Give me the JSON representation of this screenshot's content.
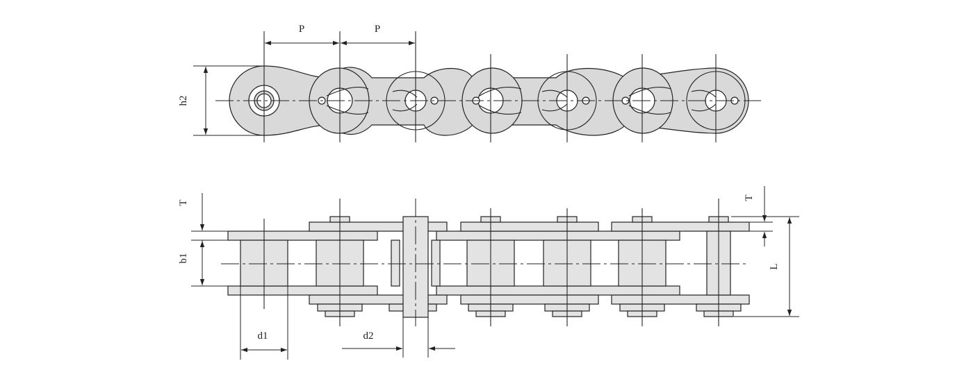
{
  "labels": {
    "pitch_1": "P",
    "pitch_2": "P",
    "plate_height": "h2",
    "plate_thickness_left": "T",
    "plate_thickness_right": "T",
    "inner_width": "b1",
    "pin_length": "L",
    "roller_diameter": "d1",
    "pin_diameter": "d2"
  }
}
